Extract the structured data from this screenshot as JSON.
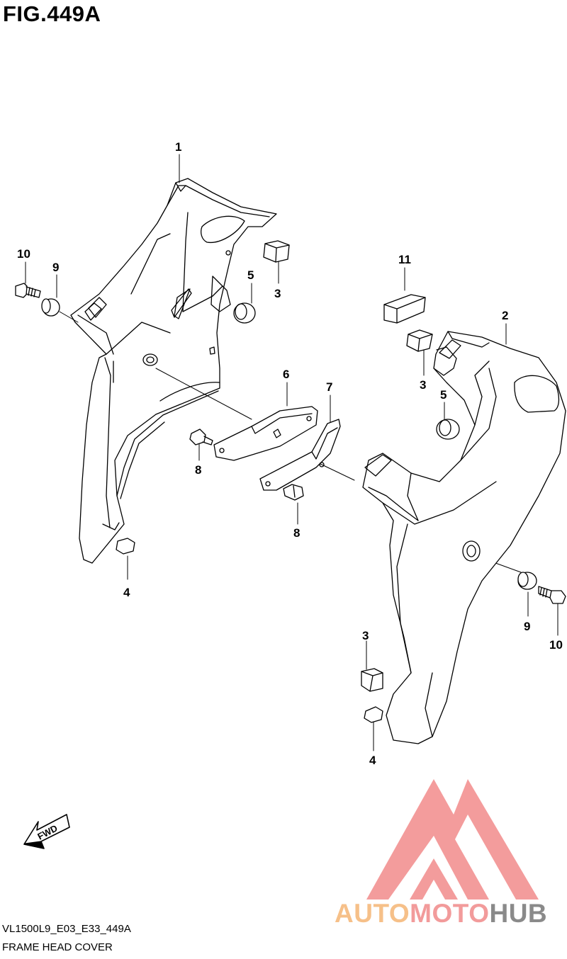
{
  "figure": {
    "title": "FIG.449A",
    "code": "VL1500L9_E03_E33_449A",
    "name": "FRAME HEAD COVER"
  },
  "callouts": {
    "c1": "1",
    "c2": "2",
    "c3a": "3",
    "c3b": "3",
    "c3c": "3",
    "c4a": "4",
    "c4b": "4",
    "c5a": "5",
    "c5b": "5",
    "c6": "6",
    "c7": "7",
    "c8a": "8",
    "c8b": "8",
    "c9a": "9",
    "c9b": "9",
    "c10a": "10",
    "c10b": "10",
    "c11": "11"
  },
  "fwd_arrow": {
    "label": "FWD"
  },
  "watermark": {
    "part1": "AUTO",
    "part2": "MOTO",
    "part3": "HUB",
    "colors": {
      "auto": "#f6c089",
      "moto": "#f29b9b",
      "hub": "#8a8a8a",
      "logo": "#f28b8b"
    }
  }
}
